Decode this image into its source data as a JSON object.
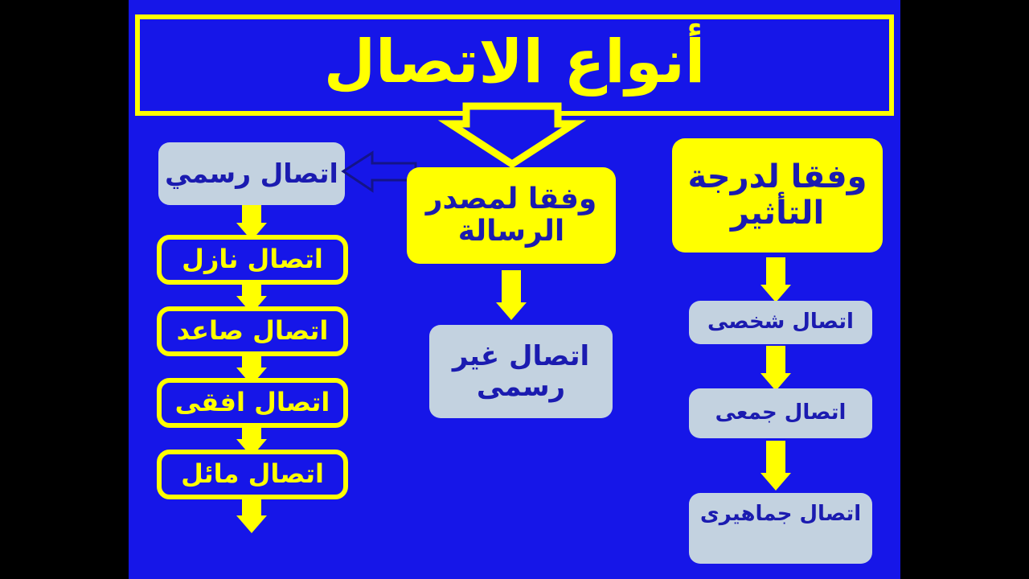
{
  "slide": {
    "title": "أنواع الاتصال",
    "background_color": "#1616e8",
    "letterbox_color": "#000000",
    "accent_yellow": "#ffff00",
    "light_box_color": "#c3d2e0",
    "dark_blue_text": "#1b1bb0"
  },
  "branches": {
    "left": {
      "heading": "اتصال رسمي",
      "items": [
        "اتصال نازل",
        "اتصال صاعد",
        "اتصال افقى",
        "اتصال مائل"
      ]
    },
    "center": {
      "heading_line1": "وفقا لمصدر",
      "heading_line2": "الرسالة",
      "item_line1": "اتصال غير",
      "item_line2": "رسمى"
    },
    "right": {
      "heading_line1": "وفقا لدرجة",
      "heading_line2": "التأثير",
      "items": [
        "اتصال شخصى",
        "اتصال  جمعى",
        "اتصال جماهيرى"
      ]
    }
  },
  "connectors": {
    "title_to_center": "outlined-down-arrow",
    "pointer_to_left_heading": "left-block-arrow",
    "chain_arrow": "solid-down-arrow"
  }
}
